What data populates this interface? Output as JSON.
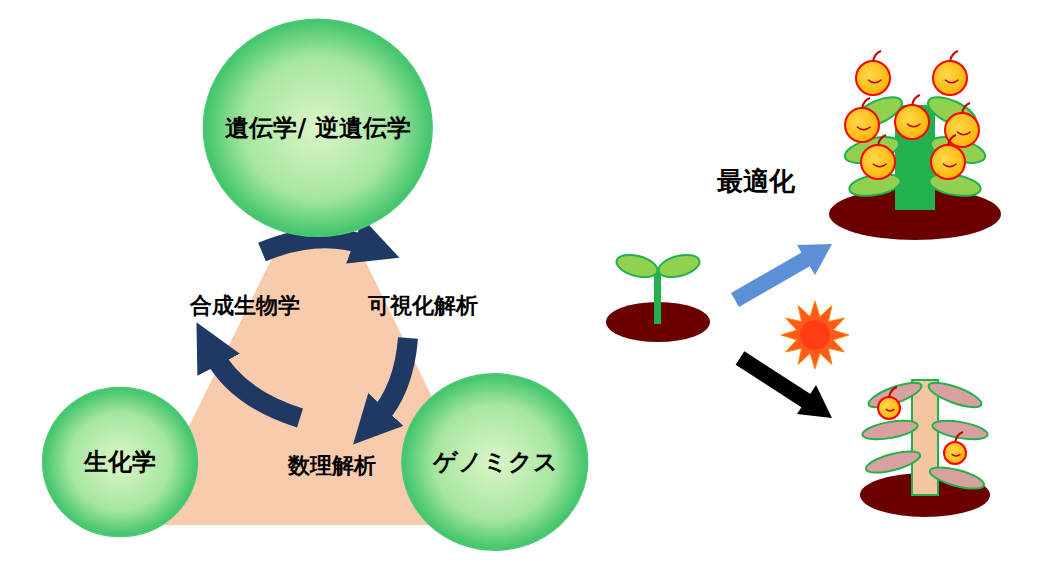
{
  "diagram": {
    "nodes": [
      {
        "text": [
          "遺伝学/ 逆遺伝学"
        ]
      },
      {
        "text": [
          "生化学"
        ]
      },
      {
        "text": [
          "ゲノミクス"
        ]
      }
    ],
    "labels": [
      "合成生物学",
      "可視化解析",
      "数理解析",
      "最適化"
    ]
  }
}
